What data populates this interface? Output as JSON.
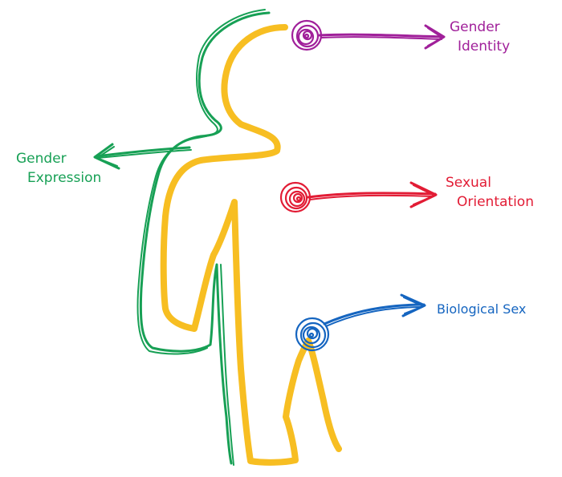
{
  "labels": {
    "gender_identity": {
      "line1": "Gender",
      "line2": "Identity"
    },
    "gender_expression": {
      "line1": "Gender",
      "line2": "Expression"
    },
    "sexual_orientation": {
      "line1": "Sexual",
      "line2": "Orientation"
    },
    "biological_sex": {
      "line1": "Biological Sex"
    }
  },
  "colors": {
    "body_outline": "#f7be22",
    "gender_expression": "#17a055",
    "gender_identity": "#a0209a",
    "sexual_orientation": "#e21c35",
    "biological_sex": "#1565c0"
  },
  "icons": [
    "head-spiral-icon",
    "heart-spiral-icon",
    "groin-spiral-icon"
  ]
}
